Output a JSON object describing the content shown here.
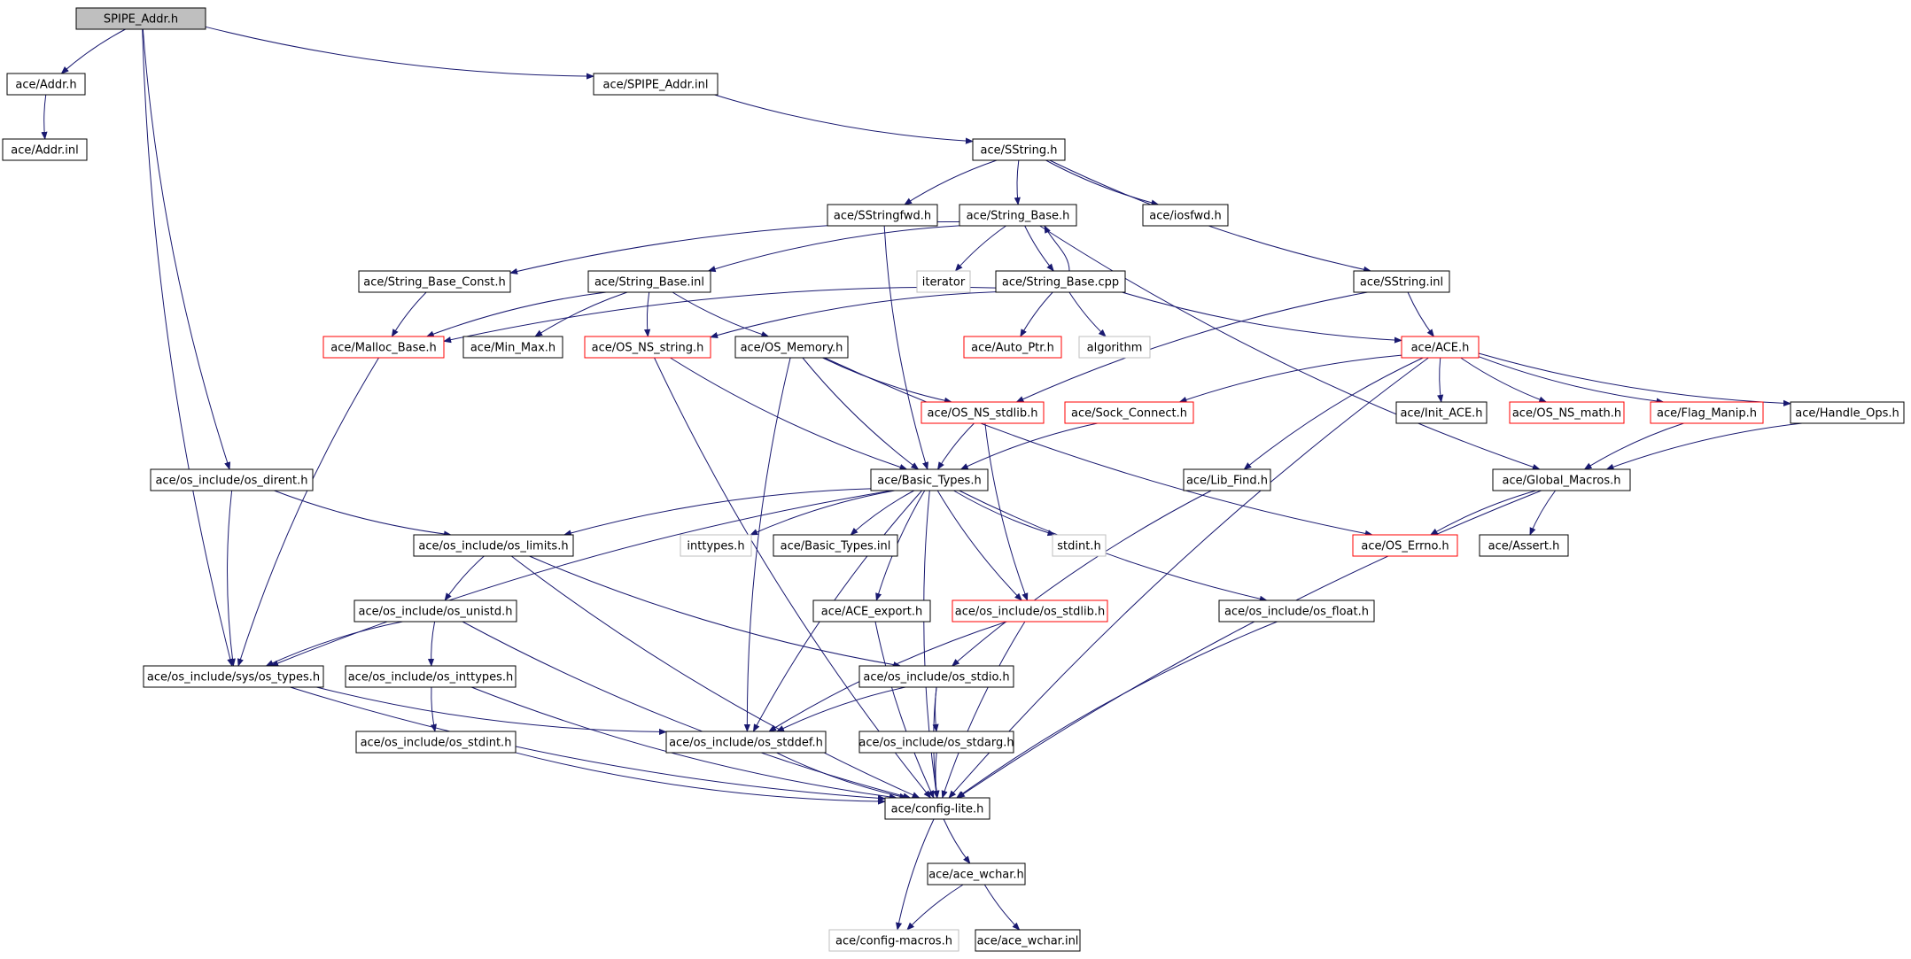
{
  "colors": {
    "edge": "#191970",
    "border_normal": "#000000",
    "border_truncated": "#ff0000",
    "border_external": "#bfbfbf",
    "root_fill": "#bfbfbf",
    "node_fill": "#ffffff"
  },
  "graph": {
    "nodes": [
      {
        "id": "spipe_addr_h",
        "label": "SPIPE_Addr.h",
        "kind": "root"
      },
      {
        "id": "addr_h",
        "label": "ace/Addr.h",
        "kind": "normal"
      },
      {
        "id": "addr_inl",
        "label": "ace/Addr.inl",
        "kind": "normal"
      },
      {
        "id": "spipe_addr_inl",
        "label": "ace/SPIPE_Addr.inl",
        "kind": "normal"
      },
      {
        "id": "sstring_h",
        "label": "ace/SString.h",
        "kind": "normal"
      },
      {
        "id": "sstringfwd_h",
        "label": "ace/SStringfwd.h",
        "kind": "normal"
      },
      {
        "id": "string_base_h",
        "label": "ace/String_Base.h",
        "kind": "normal"
      },
      {
        "id": "iosfwd_h",
        "label": "ace/iosfwd.h",
        "kind": "normal"
      },
      {
        "id": "string_base_const_h",
        "label": "ace/String_Base_Const.h",
        "kind": "normal"
      },
      {
        "id": "string_base_inl",
        "label": "ace/String_Base.inl",
        "kind": "normal"
      },
      {
        "id": "iterator",
        "label": "iterator",
        "kind": "external"
      },
      {
        "id": "string_base_cpp",
        "label": "ace/String_Base.cpp",
        "kind": "normal"
      },
      {
        "id": "sstring_inl",
        "label": "ace/SString.inl",
        "kind": "normal"
      },
      {
        "id": "malloc_base_h",
        "label": "ace/Malloc_Base.h",
        "kind": "truncated"
      },
      {
        "id": "min_max_h",
        "label": "ace/Min_Max.h",
        "kind": "normal"
      },
      {
        "id": "os_ns_string_h",
        "label": "ace/OS_NS_string.h",
        "kind": "truncated"
      },
      {
        "id": "os_memory_h",
        "label": "ace/OS_Memory.h",
        "kind": "normal"
      },
      {
        "id": "auto_ptr_h",
        "label": "ace/Auto_Ptr.h",
        "kind": "truncated"
      },
      {
        "id": "algorithm",
        "label": "algorithm",
        "kind": "external"
      },
      {
        "id": "ace_h",
        "label": "ace/ACE.h",
        "kind": "truncated"
      },
      {
        "id": "os_ns_stdlib_h",
        "label": "ace/OS_NS_stdlib.h",
        "kind": "truncated"
      },
      {
        "id": "sock_connect_h",
        "label": "ace/Sock_Connect.h",
        "kind": "truncated"
      },
      {
        "id": "init_ace_h",
        "label": "ace/Init_ACE.h",
        "kind": "normal"
      },
      {
        "id": "os_ns_math_h",
        "label": "ace/OS_NS_math.h",
        "kind": "truncated"
      },
      {
        "id": "flag_manip_h",
        "label": "ace/Flag_Manip.h",
        "kind": "truncated"
      },
      {
        "id": "handle_ops_h",
        "label": "ace/Handle_Ops.h",
        "kind": "normal"
      },
      {
        "id": "os_dirent_h",
        "label": "ace/os_include/os_dirent.h",
        "kind": "normal"
      },
      {
        "id": "basic_types_h",
        "label": "ace/Basic_Types.h",
        "kind": "normal"
      },
      {
        "id": "lib_find_h",
        "label": "ace/Lib_Find.h",
        "kind": "normal"
      },
      {
        "id": "global_macros_h",
        "label": "ace/Global_Macros.h",
        "kind": "normal"
      },
      {
        "id": "os_limits_h",
        "label": "ace/os_include/os_limits.h",
        "kind": "normal"
      },
      {
        "id": "inttypes_h",
        "label": "inttypes.h",
        "kind": "external"
      },
      {
        "id": "basic_types_inl",
        "label": "ace/Basic_Types.inl",
        "kind": "normal"
      },
      {
        "id": "stdint_h",
        "label": "stdint.h",
        "kind": "external"
      },
      {
        "id": "os_errno_h",
        "label": "ace/OS_Errno.h",
        "kind": "truncated"
      },
      {
        "id": "assert_h",
        "label": "ace/Assert.h",
        "kind": "normal"
      },
      {
        "id": "os_unistd_h",
        "label": "ace/os_include/os_unistd.h",
        "kind": "normal"
      },
      {
        "id": "ace_export_h",
        "label": "ace/ACE_export.h",
        "kind": "normal"
      },
      {
        "id": "os_stdlib_h",
        "label": "ace/os_include/os_stdlib.h",
        "kind": "truncated"
      },
      {
        "id": "os_float_h",
        "label": "ace/os_include/os_float.h",
        "kind": "normal"
      },
      {
        "id": "sys_os_types_h",
        "label": "ace/os_include/sys/os_types.h",
        "kind": "normal"
      },
      {
        "id": "os_inttypes_h",
        "label": "ace/os_include/os_inttypes.h",
        "kind": "normal"
      },
      {
        "id": "os_stdio_h",
        "label": "ace/os_include/os_stdio.h",
        "kind": "normal"
      },
      {
        "id": "os_stdint_h",
        "label": "ace/os_include/os_stdint.h",
        "kind": "normal"
      },
      {
        "id": "os_stddef_h",
        "label": "ace/os_include/os_stddef.h",
        "kind": "normal"
      },
      {
        "id": "os_stdarg_h",
        "label": "ace/os_include/os_stdarg.h",
        "kind": "normal"
      },
      {
        "id": "config_lite_h",
        "label": "ace/config-lite.h",
        "kind": "normal"
      },
      {
        "id": "ace_wchar_h",
        "label": "ace/ace_wchar.h",
        "kind": "normal"
      },
      {
        "id": "config_macros_h",
        "label": "ace/config-macros.h",
        "kind": "external"
      },
      {
        "id": "ace_wchar_inl",
        "label": "ace/ace_wchar.inl",
        "kind": "normal"
      }
    ],
    "edges": [
      [
        "spipe_addr_h",
        "addr_h"
      ],
      [
        "spipe_addr_h",
        "spipe_addr_inl"
      ],
      [
        "spipe_addr_h",
        "os_dirent_h"
      ],
      [
        "spipe_addr_h",
        "sys_os_types_h"
      ],
      [
        "addr_h",
        "addr_inl"
      ],
      [
        "spipe_addr_inl",
        "sstring_h"
      ],
      [
        "sstring_h",
        "sstringfwd_h"
      ],
      [
        "sstring_h",
        "string_base_h"
      ],
      [
        "sstring_h",
        "iosfwd_h"
      ],
      [
        "sstring_h",
        "sstring_inl"
      ],
      [
        "sstringfwd_h",
        "basic_types_h"
      ],
      [
        "string_base_h",
        "string_base_const_h"
      ],
      [
        "string_base_h",
        "string_base_inl"
      ],
      [
        "string_base_h",
        "iterator"
      ],
      [
        "string_base_h",
        "string_base_cpp"
      ],
      [
        "string_base_h",
        "global_macros_h"
      ],
      [
        "string_base_const_h",
        "malloc_base_h"
      ],
      [
        "string_base_inl",
        "malloc_base_h"
      ],
      [
        "string_base_inl",
        "min_max_h"
      ],
      [
        "string_base_inl",
        "os_ns_string_h"
      ],
      [
        "string_base_inl",
        "os_memory_h"
      ],
      [
        "string_base_cpp",
        "string_base_h"
      ],
      [
        "string_base_cpp",
        "malloc_base_h"
      ],
      [
        "string_base_cpp",
        "os_ns_string_h"
      ],
      [
        "string_base_cpp",
        "auto_ptr_h"
      ],
      [
        "string_base_cpp",
        "algorithm"
      ],
      [
        "string_base_cpp",
        "ace_h"
      ],
      [
        "sstring_inl",
        "ace_h"
      ],
      [
        "sstring_inl",
        "os_ns_stdlib_h"
      ],
      [
        "malloc_base_h",
        "sys_os_types_h"
      ],
      [
        "os_ns_string_h",
        "basic_types_h"
      ],
      [
        "os_ns_string_h",
        "config_lite_h"
      ],
      [
        "os_memory_h",
        "os_ns_stdlib_h"
      ],
      [
        "os_memory_h",
        "basic_types_h"
      ],
      [
        "os_memory_h",
        "os_errno_h"
      ],
      [
        "os_memory_h",
        "os_stddef_h"
      ],
      [
        "ace_h",
        "sock_connect_h"
      ],
      [
        "ace_h",
        "init_ace_h"
      ],
      [
        "ace_h",
        "os_ns_math_h"
      ],
      [
        "ace_h",
        "flag_manip_h"
      ],
      [
        "ace_h",
        "handle_ops_h"
      ],
      [
        "ace_h",
        "lib_find_h"
      ],
      [
        "ace_h",
        "config_lite_h"
      ],
      [
        "os_ns_stdlib_h",
        "basic_types_h"
      ],
      [
        "os_ns_stdlib_h",
        "os_stdlib_h"
      ],
      [
        "sock_connect_h",
        "basic_types_h"
      ],
      [
        "flag_manip_h",
        "global_macros_h"
      ],
      [
        "handle_ops_h",
        "global_macros_h"
      ],
      [
        "os_dirent_h",
        "os_limits_h"
      ],
      [
        "os_dirent_h",
        "sys_os_types_h"
      ],
      [
        "basic_types_h",
        "os_limits_h"
      ],
      [
        "basic_types_h",
        "inttypes_h"
      ],
      [
        "basic_types_h",
        "basic_types_inl"
      ],
      [
        "basic_types_h",
        "stdint_h"
      ],
      [
        "basic_types_h",
        "ace_export_h"
      ],
      [
        "basic_types_h",
        "os_stdlib_h"
      ],
      [
        "basic_types_h",
        "os_float_h"
      ],
      [
        "basic_types_h",
        "sys_os_types_h"
      ],
      [
        "basic_types_h",
        "os_stddef_h"
      ],
      [
        "basic_types_h",
        "config_lite_h"
      ],
      [
        "lib_find_h",
        "os_stdio_h"
      ],
      [
        "global_macros_h",
        "os_errno_h"
      ],
      [
        "global_macros_h",
        "assert_h"
      ],
      [
        "global_macros_h",
        "config_lite_h"
      ],
      [
        "os_limits_h",
        "os_unistd_h"
      ],
      [
        "os_limits_h",
        "os_stdio_h"
      ],
      [
        "os_limits_h",
        "config_lite_h"
      ],
      [
        "os_unistd_h",
        "sys_os_types_h"
      ],
      [
        "os_unistd_h",
        "os_inttypes_h"
      ],
      [
        "os_unistd_h",
        "config_lite_h"
      ],
      [
        "ace_export_h",
        "config_lite_h"
      ],
      [
        "os_stdlib_h",
        "os_stddef_h"
      ],
      [
        "os_stdlib_h",
        "config_lite_h"
      ],
      [
        "os_float_h",
        "config_lite_h"
      ],
      [
        "sys_os_types_h",
        "os_stddef_h"
      ],
      [
        "sys_os_types_h",
        "config_lite_h"
      ],
      [
        "os_inttypes_h",
        "os_stdint_h"
      ],
      [
        "os_inttypes_h",
        "config_lite_h"
      ],
      [
        "os_stdio_h",
        "os_stddef_h"
      ],
      [
        "os_stdio_h",
        "os_stdarg_h"
      ],
      [
        "os_stdio_h",
        "config_lite_h"
      ],
      [
        "os_stdint_h",
        "config_lite_h"
      ],
      [
        "os_stddef_h",
        "config_lite_h"
      ],
      [
        "os_stdarg_h",
        "config_lite_h"
      ],
      [
        "config_lite_h",
        "ace_wchar_h"
      ],
      [
        "config_lite_h",
        "config_macros_h"
      ],
      [
        "ace_wchar_h",
        "config_macros_h"
      ],
      [
        "ace_wchar_h",
        "ace_wchar_inl"
      ]
    ]
  }
}
